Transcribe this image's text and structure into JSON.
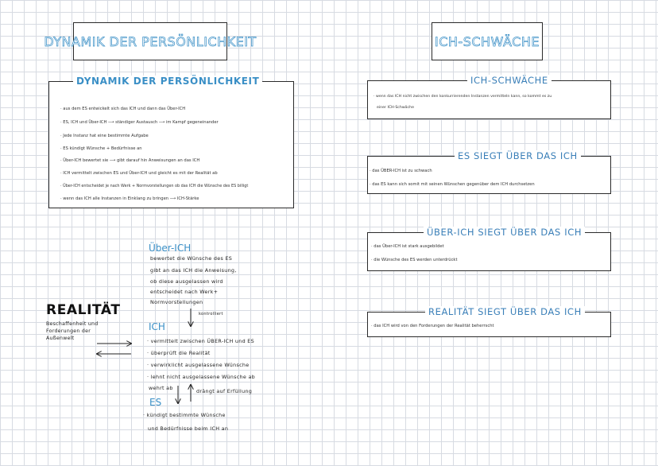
{
  "boxes": {
    "left_title": "DYNAMIK DER PERSÖNLICHKEIT",
    "right_title": "ICH-SCHWÄCHE"
  },
  "dynamik": {
    "heading": "DYNAMIK DER PERSÖNLICHKEIT",
    "bullets": [
      "· aus dem ES entwickelt sich das ICH und dann das Über-ICH",
      "· ES, ICH und Über-ICH ⟶ ständiger Austausch ⟶ im Kampf gegeneinander",
      "· Jede Instanz hat eine bestimmte Aufgabe",
      "· ES kündigt Wünsche + Bedürfnisse an",
      "· Über-ICH bewertet sie ⟶ gibt darauf hin Anweisungen an das ICH",
      "· ICH vermittelt zwischen ES und Über-ICH und gleicht es mit der Realität ab",
      "· Über-ICH entscheidet je nach Werk + Normvorstellungen ob das ICH die Wünsche des ES billigt",
      "· wenn das ICH alle Instanzen in Einklang zu bringen ⟶ ICH-Stärke"
    ]
  },
  "ich_schwaeche": {
    "heading": "ICH-SCHWÄCHE",
    "bullets": [
      "· wenn das ICH nicht zwischen den konkurrierenden Instanzen vermitteln kann, so kommt es zu",
      "einer ICH-Schwäche"
    ]
  },
  "es_siegt": {
    "heading": "ES SIEGT ÜBER DAS ICH",
    "bullets": [
      "· das ÜBER-ICH ist zu schwach",
      "· das ES kann sich somit mit seinen Wünschen gegenüber dem ICH durchsetzen"
    ]
  },
  "ueber_ich_siegt": {
    "heading": "ÜBER-ICH SIEGT ÜBER DAS ICH",
    "bullets": [
      "· das Über-ICH ist stark ausgebildet",
      "· die Wünsche des ES werden unterdrückt"
    ]
  },
  "realitaet_siegt": {
    "heading": "REALITÄT SIEGT ÜBER DAS ICH",
    "bullets": [
      "· das ICH wird von den Forderungen der Realität beherrscht"
    ]
  },
  "diagram": {
    "realitaet_title": "REALITÄT",
    "realitaet_desc": [
      "Beschaffenheit und",
      "Forderungen der",
      "Außenwelt"
    ],
    "ueber_ich_title": "Über-ICH",
    "ueber_ich_lines": [
      "bewertet die Wünsche des ES",
      "gibt an das ICH die Anweisung,",
      "ob diese ausgelassen wird",
      "entscheidet nach Werk+",
      "Normvorstellungen"
    ],
    "kontrolliert": "kontrolliert",
    "ich_title": "ICH",
    "ich_lines": [
      "· vermittelt zwischen ÜBER-ICH und ES",
      "· überprüft die Realität",
      "· verwirklicht ausgelassene Wünsche",
      "· lehnt nicht ausgelassene Wünsche ab"
    ],
    "wehrt_ab": "wehrt ab",
    "draengt": "drängt auf Erfüllung",
    "es_title": "ES",
    "es_lines": [
      "· kündigt bestimmte Wünsche",
      "und Bedürfnisse beim ICH an"
    ]
  }
}
